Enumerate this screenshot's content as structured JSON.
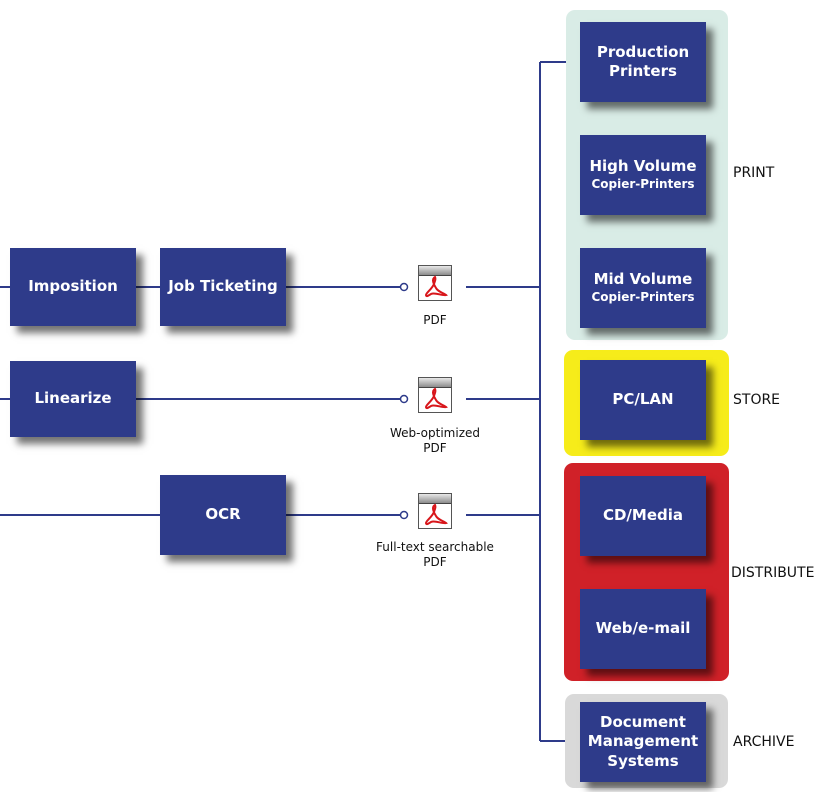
{
  "colors": {
    "box": "#2e3b8a",
    "line": "#2e3b8a",
    "print_panel": "#d9ece6",
    "store_panel": "#f6ec1a",
    "distribute_panel": "#d02128",
    "archive_panel": "#d9d9d9"
  },
  "process": {
    "imposition": "Imposition",
    "job_ticketing": "Job Ticketing",
    "linearize": "Linearize",
    "ocr": "OCR"
  },
  "pdf": {
    "print_caption": "PDF",
    "web_caption_line1": "Web-optimized",
    "web_caption_line2": "PDF",
    "ocr_caption_line1": "Full-text searchable",
    "ocr_caption_line2": "PDF",
    "icon": "adobe-pdf-document-icon"
  },
  "outputs": {
    "production_line1": "Production",
    "production_line2": "Printers",
    "high_volume_line1": "High Volume",
    "high_volume_line2": "Copier-Printers",
    "mid_volume_line1": "Mid Volume",
    "mid_volume_line2": "Copier-Printers",
    "pc_lan": "PC/LAN",
    "cd_media": "CD/Media",
    "web_email": "Web/e-mail",
    "dms_line1": "Document",
    "dms_line2": "Management",
    "dms_line3": "Systems"
  },
  "categories": {
    "print": "PRINT",
    "store": "STORE",
    "distribute": "DISTRIBUTE",
    "archive": "ARCHIVE"
  }
}
